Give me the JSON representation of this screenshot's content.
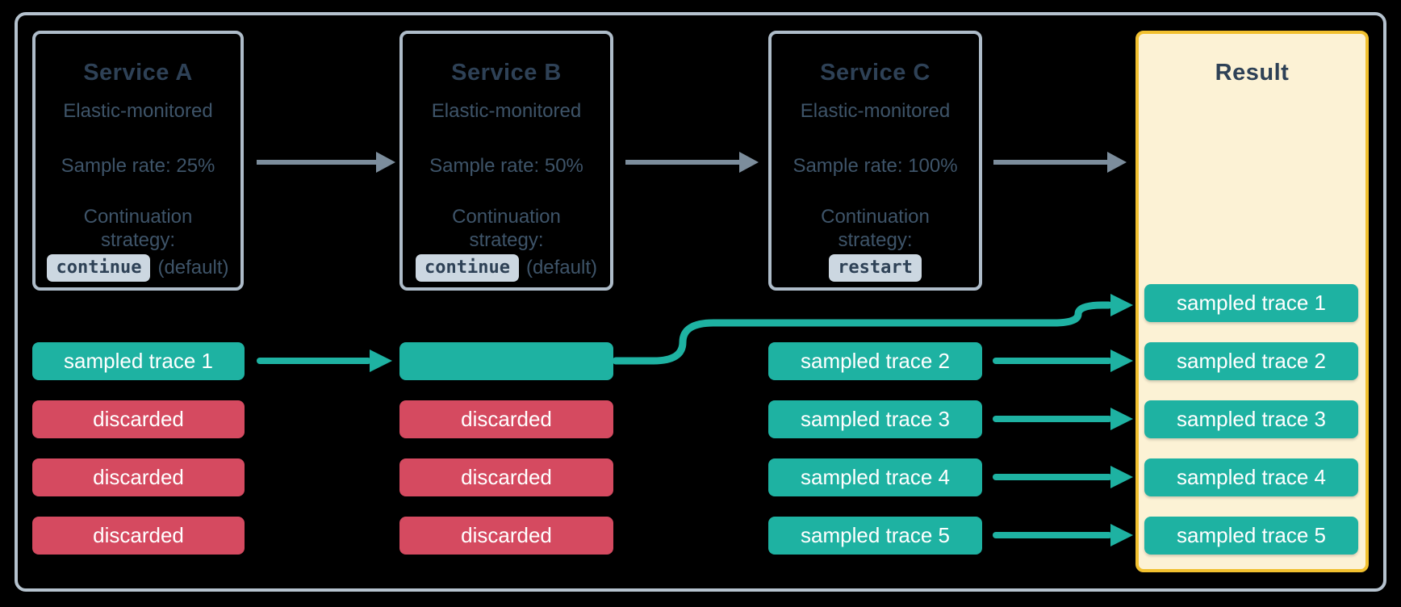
{
  "services": [
    {
      "title": "Service A",
      "monitored": "Elastic-monitored",
      "sample_rate": "Sample rate: 25%",
      "strategy_line1": "Continuation",
      "strategy_line2": "strategy:",
      "strategy_code": "continue",
      "strategy_suffix": "(default)"
    },
    {
      "title": "Service B",
      "monitored": "Elastic-monitored",
      "sample_rate": "Sample rate: 50%",
      "strategy_line1": "Continuation",
      "strategy_line2": "strategy:",
      "strategy_code": "continue",
      "strategy_suffix": "(default)"
    },
    {
      "title": "Service C",
      "monitored": "Elastic-monitored",
      "sample_rate": "Sample rate: 100%",
      "strategy_line1": "Continuation",
      "strategy_line2": "strategy:",
      "strategy_code": "restart",
      "strategy_suffix": ""
    }
  ],
  "columns": {
    "a": [
      "sampled trace 1",
      "discarded",
      "discarded",
      "discarded"
    ],
    "b": [
      "",
      "discarded",
      "discarded",
      "discarded"
    ],
    "c": [
      "sampled trace 2",
      "sampled trace 3",
      "sampled trace 4",
      "sampled trace 5"
    ]
  },
  "result": {
    "title": "Result",
    "chips": [
      "sampled trace 1",
      "sampled trace 2",
      "sampled trace 3",
      "sampled trace 4",
      "sampled trace 5"
    ]
  },
  "colors": {
    "background": "#000000",
    "frame-border": "#b5c2ce",
    "box-border": "#aebcc9",
    "title-text": "#2e4156",
    "body-text": "#3e5469",
    "code-bg": "#ccd7e1",
    "teal": "#1eb2a2",
    "red": "#d54a60",
    "chip-text": "#ffffff",
    "result-bg": "#fcf2d5",
    "result-border": "#f1c02f",
    "arrow-gray": "#7c8d9c"
  }
}
